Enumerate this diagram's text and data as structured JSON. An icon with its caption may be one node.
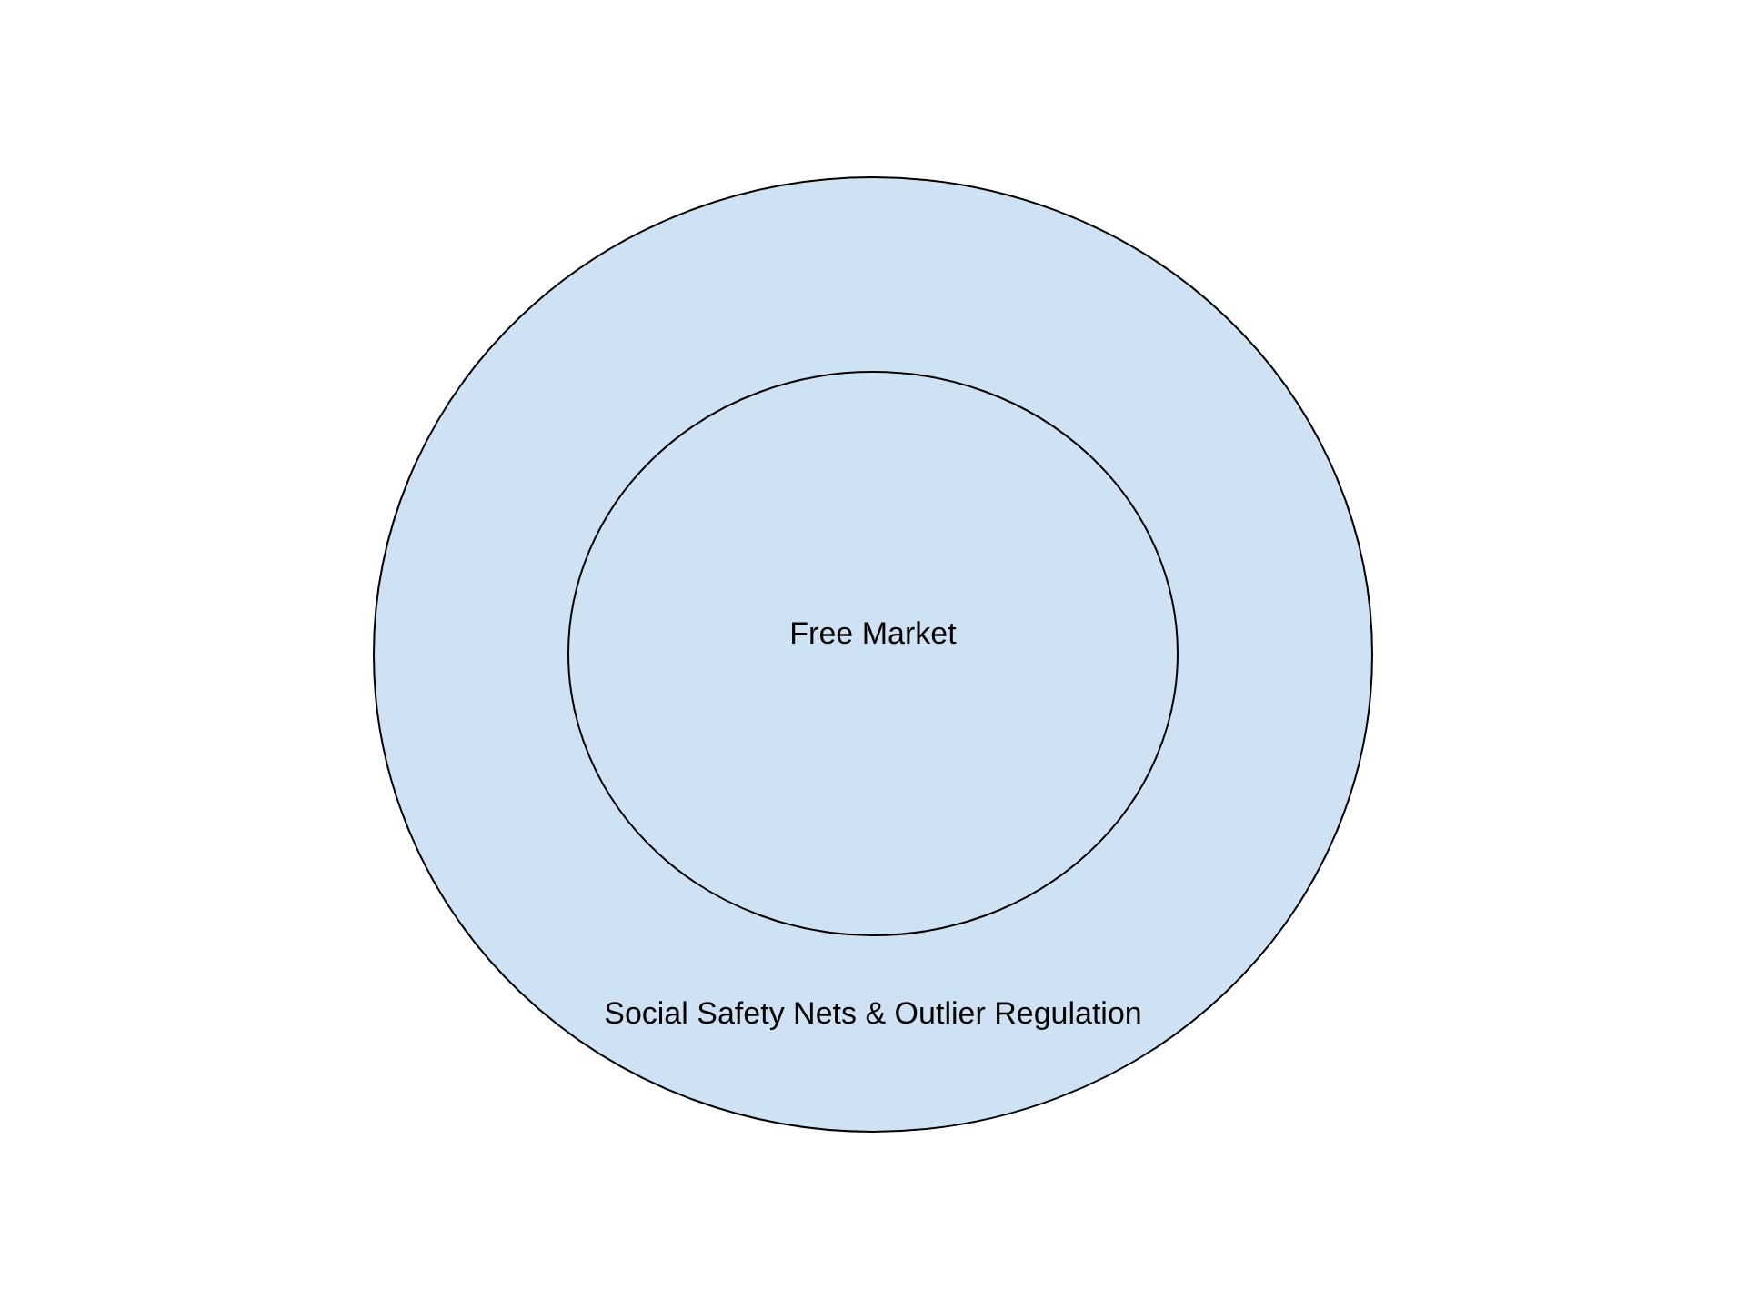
{
  "diagram": {
    "nodes": [
      {
        "text": [
          "Social Safety Nets & Outlier Regulation"
        ]
      },
      {
        "text": [
          "Free Market"
        ],
        "in": 0
      }
    ]
  }
}
